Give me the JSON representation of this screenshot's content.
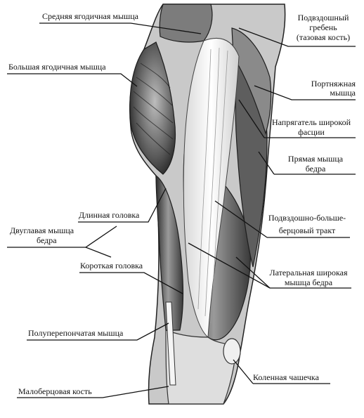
{
  "labels": {
    "gluteus_medius": "Средняя ягодичная мышца",
    "gluteus_maximus": "Большая ягодичная мышца",
    "long_head": "Длинная головка",
    "biceps_line1": "Двуглавая мышца",
    "biceps_line2": "бедра",
    "short_head": "Короткая головка",
    "semimembranosus": "Полуперепончатая мышца",
    "fibula": "Малоберцовая кость",
    "iliac_crest_line1": "Подвздошный",
    "iliac_crest_line2": "гребень",
    "iliac_crest_line3": "(тазовая кость)",
    "sartorius_line1": "Портняжная",
    "sartorius_line2": "мышца",
    "tfl_line1": "Напрягатель широкой",
    "tfl_line2": "фасции",
    "rectus_line1": "Прямая мышца",
    "rectus_line2": "бедра",
    "itband_line1": "Подвздошно-больше-",
    "itband_line2": "берцовый тракт",
    "vastus_line1": "Латеральная широкая",
    "vastus_line2": "мышца бедра",
    "patella": "Коленная чашечка"
  },
  "colors": {
    "ink": "#111111",
    "muscle_dark": "#3a3a3a",
    "muscle_mid": "#8a8a8a",
    "tendon_light": "#f2f2f2"
  }
}
